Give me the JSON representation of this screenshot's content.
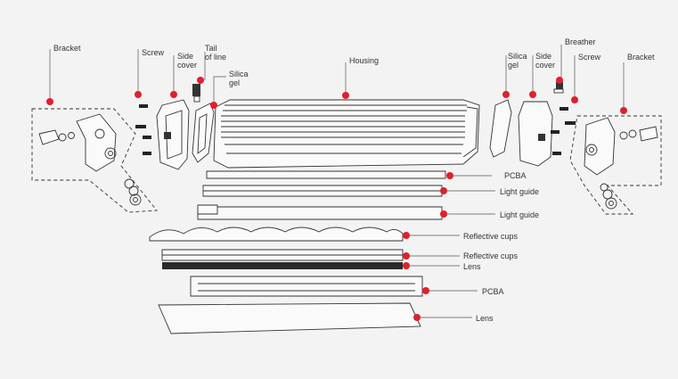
{
  "colors": {
    "marker": "#e0202a",
    "line": "#333333",
    "background": "#f3f3f3"
  },
  "labels": {
    "bracket_left": "Bracket",
    "screw_left": "Screw",
    "side_cover_left": "Side\ncover",
    "tail_of_line": "Tail\nof line",
    "silica_gel_left": "Silica\ngel",
    "housing": "Housing",
    "silica_gel_right": "Silica\ngel",
    "side_cover_right": "Side\ncover",
    "breather": "Breather",
    "screw_right": "Screw",
    "bracket_right": "Bracket",
    "pcba_top": "PCBA",
    "light_guide_1": "Light guide",
    "light_guide_2": "Light guide",
    "reflective_cups_1": "Reflective cups",
    "reflective_cups_2": "Reflective cups",
    "lens_1": "Lens",
    "pcba_bottom": "PCBA",
    "lens_2": "Lens"
  }
}
